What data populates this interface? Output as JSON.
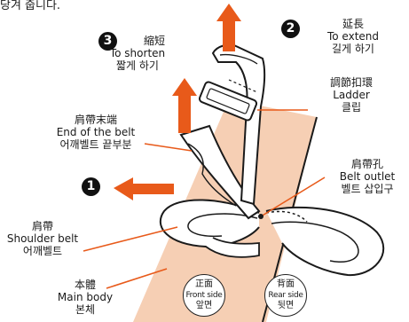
{
  "header_fragment": "당겨 줍니다.",
  "steps": [
    {
      "number": "1"
    },
    {
      "number": "2",
      "label_ja": "延長",
      "label_en": "To extend",
      "label_ko": "길게 하기"
    },
    {
      "number": "3",
      "label_ja": "縮短",
      "label_en": "To shorten",
      "label_ko": "짧게 하기"
    }
  ],
  "parts": {
    "ladder": {
      "ja": "調節扣環",
      "en": "Ladder",
      "ko": "클립"
    },
    "end_of_belt": {
      "ja": "肩帶末端",
      "en": "End of the belt",
      "ko": "어깨벨트 끝부분"
    },
    "belt_outlet": {
      "ja": "肩帶孔",
      "en": "Belt outlet",
      "ko": "벨트 삽입구"
    },
    "shoulder_belt": {
      "ja": "肩帶",
      "en": "Shoulder belt",
      "ko": "어깨벨트"
    },
    "main_body": {
      "ja": "本體",
      "en": "Main body",
      "ko": "본체"
    }
  },
  "sides": {
    "front": {
      "ja": "正面",
      "en": "Front side",
      "ko": "앞면"
    },
    "rear": {
      "ja": "背面",
      "en": "Rear side",
      "ko": "뒷면"
    }
  },
  "colors": {
    "arrow": "#e85a1a",
    "body_fill": "#f6cfb4",
    "leader": "#e85a1a",
    "outline": "#1a1a1a"
  }
}
